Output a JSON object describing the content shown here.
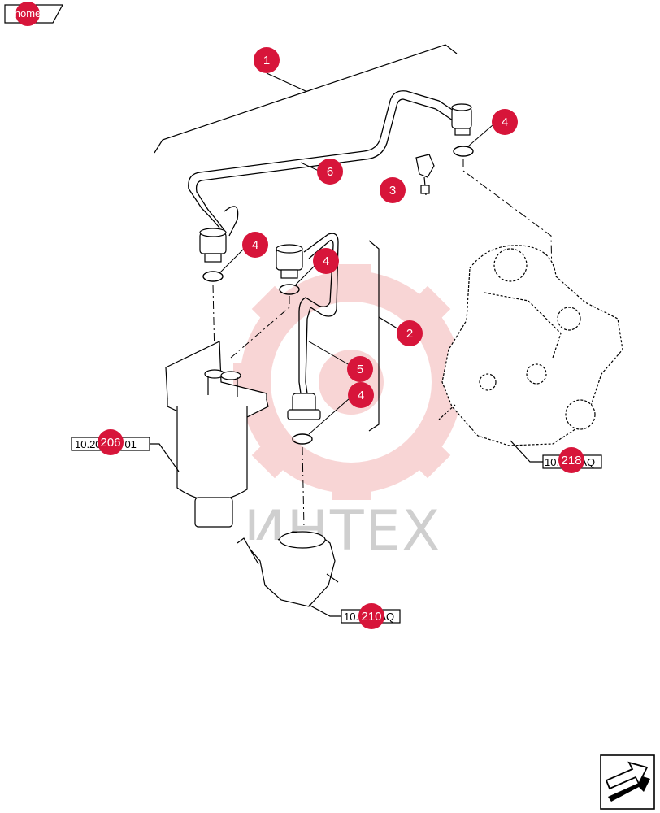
{
  "nav": {
    "home_label": "home"
  },
  "watermark": {
    "text": "ИНТЕХ",
    "color": "#f4b4b4"
  },
  "colors": {
    "callout": "#d7153a",
    "line": "#000000"
  },
  "callouts": [
    "1",
    "2",
    "3",
    "4",
    "4",
    "4",
    "4",
    "5",
    "6"
  ],
  "references": [
    {
      "text": "10.206.ae 01",
      "badge": "206"
    },
    {
      "text": "10.218.AQ",
      "badge": "218"
    },
    {
      "text": "10.210.AQ",
      "badge": "210"
    }
  ],
  "icons": {
    "next_page": "next-page-arrow-icon"
  }
}
